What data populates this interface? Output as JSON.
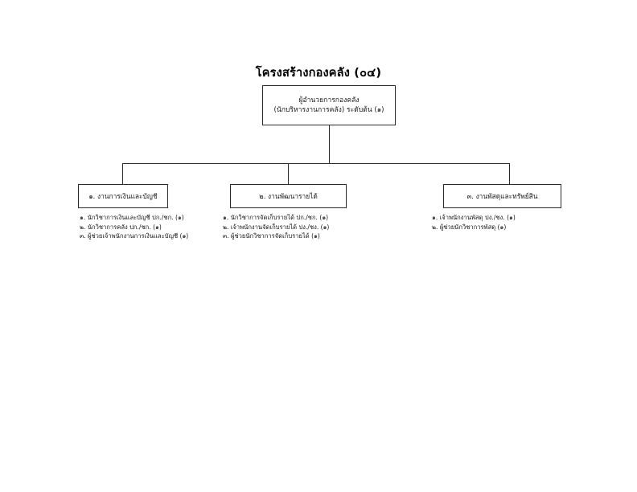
{
  "document": {
    "title": "โครงสร้างกองคลัง (๐๔)"
  },
  "org_chart": {
    "root": {
      "line1": "ผู้อำนวยการกองคลัง",
      "line2": "(นักบริหารงานการคลัง) ระดับต้น (๑)"
    },
    "sections": [
      {
        "label": "๑. งานการเงินและบัญชี",
        "staff": [
          "๑. นักวิชาการเงินและบัญชี ปก./ชก. (๑)",
          "๒. นักวิชาการคลัง ปก./ชก. (๑)",
          "๓. ผู้ช่วยเจ้าพนักงานการเงินและบัญชี (๑)"
        ]
      },
      {
        "label": "๒. งานพัฒนารายได้",
        "staff": [
          "๑. นักวิชาการจัดเก็บรายได้ ปก./ชก. (๑)",
          "๒. เจ้าพนักงานจัดเก็บรายได้ ปง./ชง. (๑)",
          "๓. ผู้ช่วยนักวิชาการจัดเก็บรายได้ (๑)"
        ]
      },
      {
        "label": "๓. งานพัสดุและทรัพย์สิน",
        "staff": [
          "๑. เจ้าพนักงานพัสดุ ปง./ชง. (๑)",
          "๒. ผู้ช่วยนักวิชาการพัสดุ (๑)"
        ]
      }
    ]
  },
  "colors": {
    "background": "#ffffff",
    "line": "#2b2b2b",
    "text": "#111111"
  }
}
